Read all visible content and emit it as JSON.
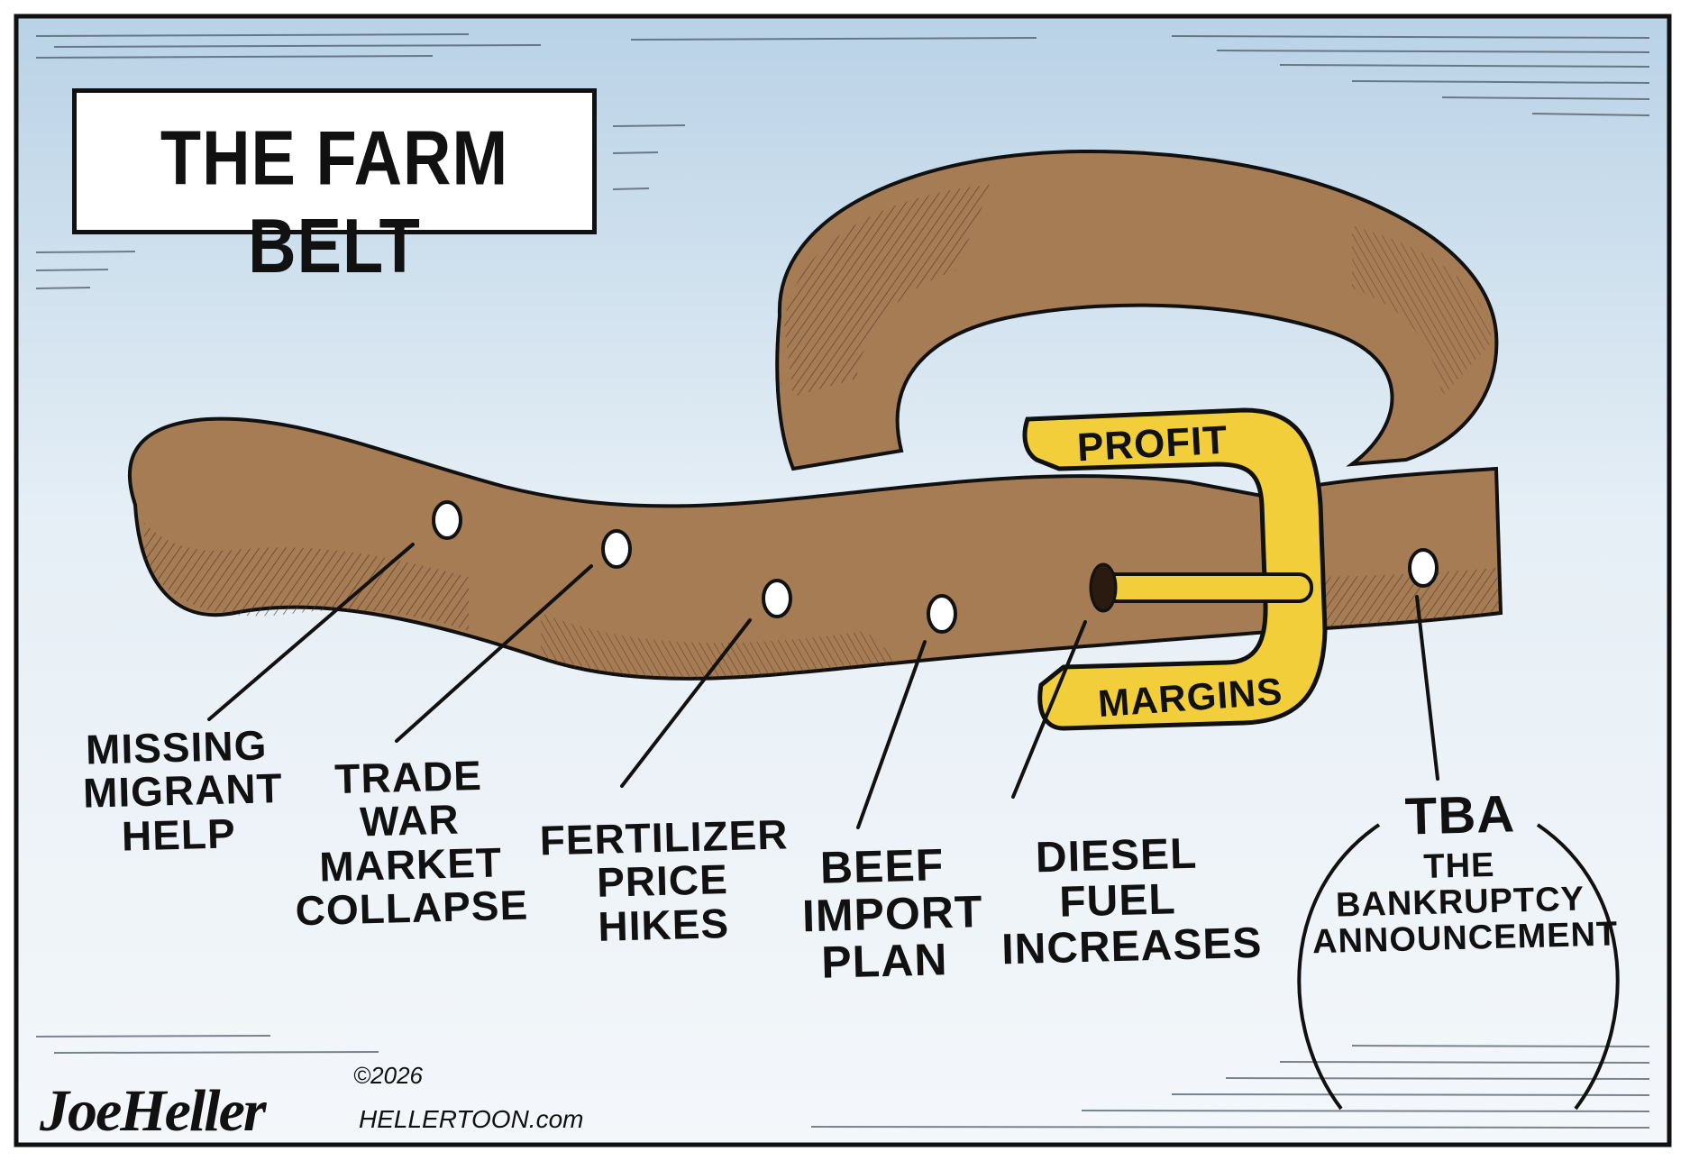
{
  "title": "THE FARM BELT",
  "buckle": {
    "top": "PROFIT",
    "bottom": "MARGINS"
  },
  "labels": [
    {
      "lines": [
        "MISSING",
        "MIGRANT",
        "HELP"
      ]
    },
    {
      "lines": [
        "TRADE WAR",
        "MARKET",
        "COLLAPSE"
      ]
    },
    {
      "lines": [
        "FERTILIZER",
        "PRICE",
        "HIKES"
      ]
    },
    {
      "lines": [
        "BEEF",
        "IMPORT",
        "PLAN"
      ]
    },
    {
      "lines": [
        "DIESEL",
        "FUEL",
        "INCREASES"
      ]
    },
    {
      "lines": [
        "TBA"
      ]
    },
    {
      "lines": [
        "THE",
        "BANKRUPTCY",
        "ANNOUNCEMENT"
      ]
    }
  ],
  "signature": {
    "name": "JoeHeller",
    "copyright": "©2026",
    "site": "HELLERTOON.com"
  },
  "colors": {
    "sky": "#cfe0ee",
    "belt": "#a67c55",
    "belt_dark": "#6e4c30",
    "buckle": "#f2cf3a",
    "ink": "#111111"
  }
}
